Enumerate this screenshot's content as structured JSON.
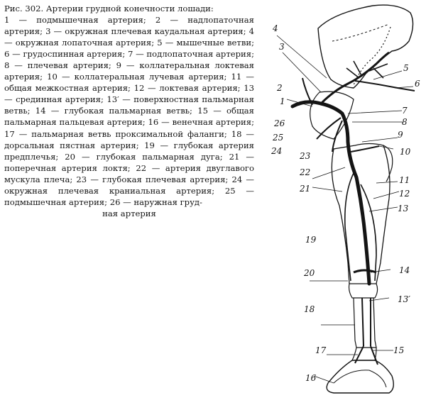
{
  "caption": {
    "title": "Рис. 302. Артерии грудной конечности лошади:",
    "body": "1 — подмышечная артерия; 2 — надлопаточная артерия; 3 — окружная плечевая каудальная артерия; 4 — окружная лопаточная артерия; 5 — мышечные ветви; 6 — грудоспинная артерия; 7 — подлопаточная артерия; 8 — плечевая артерия; 9 — коллатеральная локтевая артерия; 10 — коллатеральная лучевая артерия; 11 — общая межкостная артерия; 12 — локтевая артерия; 13 — срединная артерия; 13′ — поверхностная пальмарная ветвь; 14 — глубокая пальмарная ветвь; 15 — общая пальмарная пальцевая артерия; 16 — венечная артерия; 17 — пальмарная ветвь проксимальной фаланги; 18 — дорсальная пястная артерия; 19 — глубокая артерия предплечья; 20 — глубокая пальмарная дуга; 21 — поперечная артерия локтя; 22 — артерия двуглавого мускула плеча; 23 — глубокая плечевая артерия; 24 — окружная плечевая краниальная артерия; 25 — подмышечная артерия; 26 — наружная груд-",
    "last": "ная артерия"
  },
  "figure": {
    "labels": {
      "l1": "1",
      "l2": "2",
      "l3": "3",
      "l4": "4",
      "l5": "5",
      "l6": "6",
      "l7": "7",
      "l8": "8",
      "l9": "9",
      "l10": "10",
      "l11": "11",
      "l12": "12",
      "l13": "13",
      "l13p": "13′",
      "l14": "14",
      "l15": "15",
      "l16": "16",
      "l17": "17",
      "l18": "18",
      "l19": "19",
      "l20": "20",
      "l21": "21",
      "l22": "22",
      "l23": "23",
      "l24": "24",
      "l25": "25",
      "l26": "26"
    }
  }
}
